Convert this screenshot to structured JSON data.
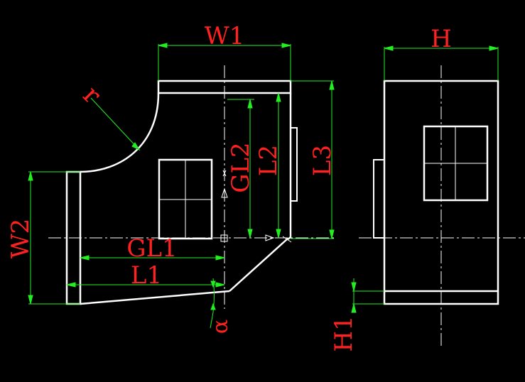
{
  "labels": {
    "w1": "W1",
    "h": "H",
    "r": "r",
    "gl2": "GL2",
    "l2": "L2",
    "l3": "L3",
    "w2": "W2",
    "gl1": "GL1",
    "l1": "L1",
    "alpha": "α",
    "h1": "H1"
  },
  "colors": {
    "background": "#000000",
    "outline": "#ffffff",
    "dimension": "#22ee22",
    "text": "#ff2020"
  }
}
